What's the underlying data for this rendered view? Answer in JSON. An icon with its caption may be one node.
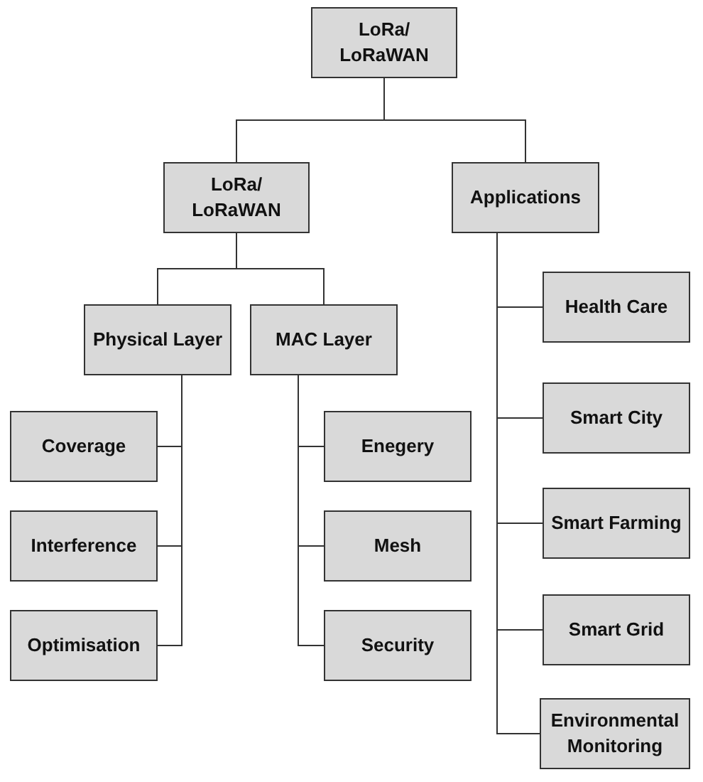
{
  "diagram": {
    "nodes": [
      {
        "text": [
          "LoRa/ LoRaWAN"
        ]
      },
      {
        "text": [
          "LoRa/ LoRaWAN"
        ]
      },
      {
        "text": [
          "Applications"
        ]
      },
      {
        "text": [
          "Physical Layer"
        ]
      },
      {
        "text": [
          "MAC Layer"
        ]
      },
      {
        "text": [
          "Coverage"
        ]
      },
      {
        "text": [
          "Interference"
        ]
      },
      {
        "text": [
          "Optimisation"
        ]
      },
      {
        "text": [
          "Enegery"
        ]
      },
      {
        "text": [
          "Mesh"
        ]
      },
      {
        "text": [
          "Security"
        ]
      },
      {
        "text": [
          "Health Care"
        ]
      },
      {
        "text": [
          "Smart City"
        ]
      },
      {
        "text": [
          "Smart Farming"
        ]
      },
      {
        "text": [
          "Smart Grid"
        ]
      },
      {
        "text": [
          "Environmental Monitoring"
        ]
      }
    ],
    "edges": [
      {
        "from": 0,
        "to": 1,
        "arrow": "none"
      },
      {
        "from": 0,
        "to": 2,
        "arrow": "none"
      },
      {
        "from": 1,
        "to": 3,
        "arrow": "none"
      },
      {
        "from": 1,
        "to": 4,
        "arrow": "none"
      },
      {
        "from": 3,
        "to": 5,
        "arrow": "none"
      },
      {
        "from": 3,
        "to": 6,
        "arrow": "none"
      },
      {
        "from": 3,
        "to": 7,
        "arrow": "none"
      },
      {
        "from": 4,
        "to": 8,
        "arrow": "none"
      },
      {
        "from": 4,
        "to": 9,
        "arrow": "none"
      },
      {
        "from": 4,
        "to": 10,
        "arrow": "none"
      },
      {
        "from": 2,
        "to": 11,
        "arrow": "none"
      },
      {
        "from": 2,
        "to": 12,
        "arrow": "none"
      },
      {
        "from": 2,
        "to": 13,
        "arrow": "none"
      },
      {
        "from": 2,
        "to": 14,
        "arrow": "none"
      },
      {
        "from": 2,
        "to": 15,
        "arrow": "none"
      }
    ]
  }
}
